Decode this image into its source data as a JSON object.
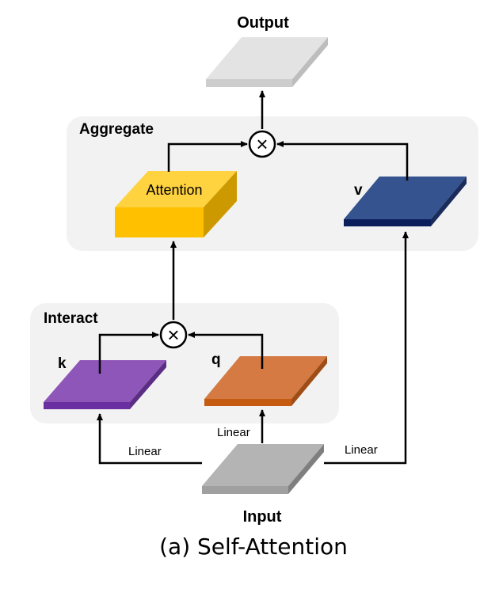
{
  "diagram": {
    "caption": "(a) Self-Attention",
    "groups": {
      "aggregate": "Aggregate",
      "interact": "Interact"
    },
    "nodes": {
      "output": "Output",
      "attention": "Attention",
      "v": "v",
      "k": "k",
      "q": "q",
      "input": "Input"
    },
    "edges": {
      "linear_left": "Linear",
      "linear_middle": "Linear",
      "linear_right": "Linear"
    },
    "operators": {
      "multiply_symbol": "×"
    },
    "colors": {
      "output": "#d9d9d9",
      "attention": "#ffc000",
      "v": "#2f4d8c",
      "k": "#8a52b8",
      "q": "#d47a42",
      "input": "#b4b4b4",
      "panel": "#f2f2f2"
    }
  }
}
